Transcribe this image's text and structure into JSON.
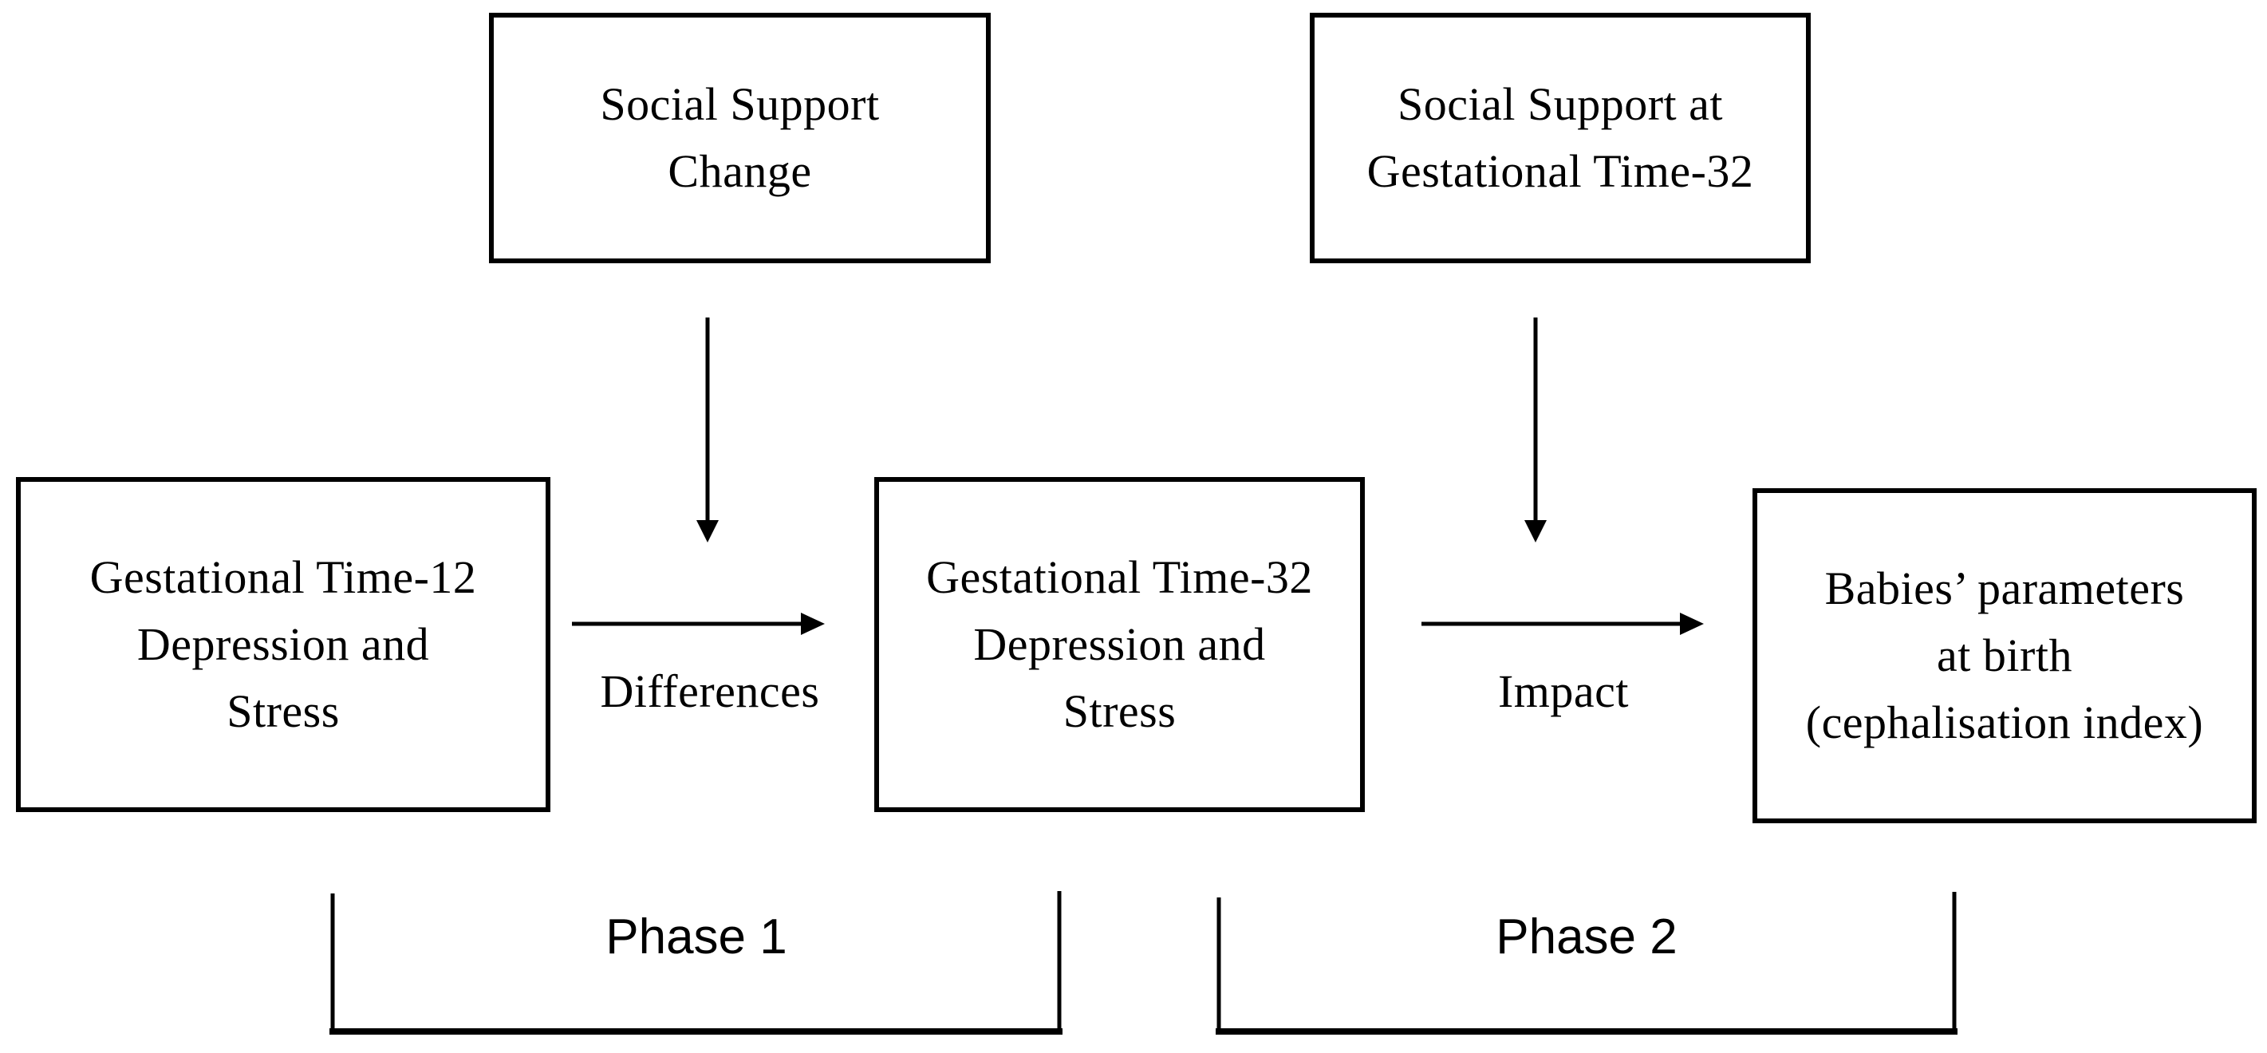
{
  "figure": {
    "background_color": "#ffffff",
    "line_color": "#000000",
    "text_color": "#000000",
    "boxes": {
      "ss_change": {
        "lines": [
          "Social Support",
          "Change"
        ]
      },
      "ss_gt32": {
        "lines": [
          "Social Support at",
          "Gestational Time-32"
        ]
      },
      "gt12": {
        "lines": [
          "Gestational Time-12",
          "Depression and",
          "Stress"
        ]
      },
      "gt32": {
        "lines": [
          "Gestational Time-32",
          "Depression and",
          "Stress"
        ]
      },
      "babies": {
        "lines": [
          "Babies’ parameters",
          "at birth",
          "(cephalisation index)"
        ]
      }
    },
    "arrow_labels": {
      "differences": "Differences",
      "impact": "Impact"
    },
    "phase_labels": {
      "phase1": "Phase 1",
      "phase2": "Phase 2"
    }
  }
}
